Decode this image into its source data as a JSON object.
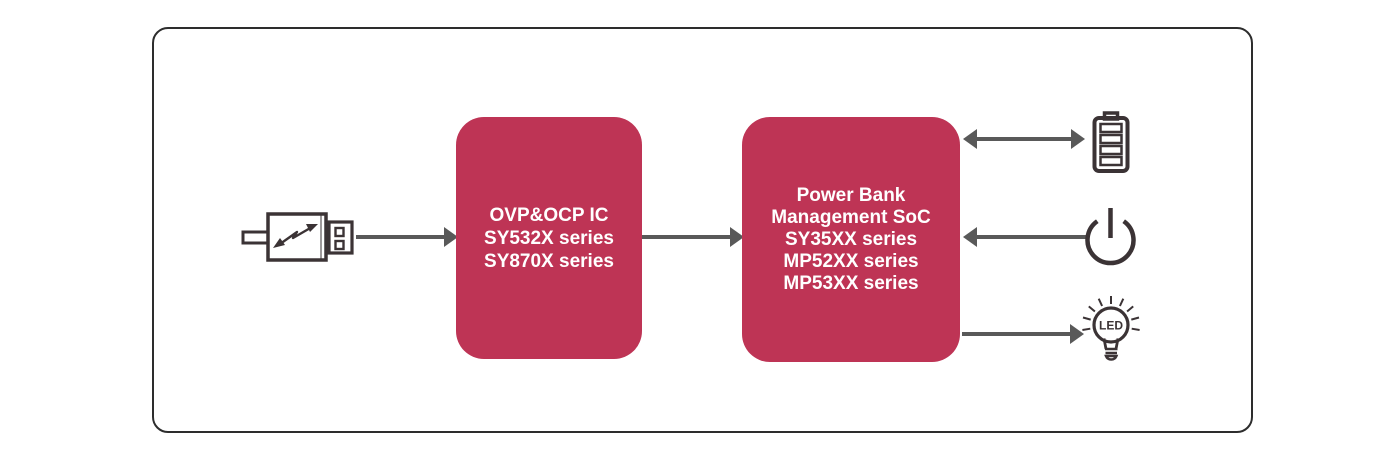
{
  "diagram": {
    "input": {
      "icon": "usb-charger-icon"
    },
    "blocks": [
      {
        "name": "ovp-ocp-ic-block",
        "lines": [
          "OVP&OCP IC",
          "SY532X series",
          "SY870X series"
        ]
      },
      {
        "name": "power-bank-management-soc-block",
        "lines": [
          "Power Bank",
          "Management SoC",
          "SY35XX series",
          "MP52XX series",
          "MP53XX series"
        ]
      }
    ],
    "outputs": [
      {
        "icon": "battery-icon"
      },
      {
        "icon": "power-button-icon"
      },
      {
        "icon": "led-bulb-icon",
        "label": "LED"
      }
    ],
    "connections": [
      {
        "from": "usb-charger",
        "to": "ovp-ocp-ic-block",
        "direction": "right"
      },
      {
        "from": "ovp-ocp-ic-block",
        "to": "power-bank-management-soc-block",
        "direction": "right"
      },
      {
        "from": "power-bank-management-soc-block",
        "to": "battery",
        "direction": "bidirectional"
      },
      {
        "from": "power-button",
        "to": "power-bank-management-soc-block",
        "direction": "left"
      },
      {
        "from": "power-bank-management-soc-block",
        "to": "led-bulb",
        "direction": "right"
      }
    ],
    "colors": {
      "block_bg": "#BE3455",
      "block_text": "#FFFFFF",
      "arrow": "#595959",
      "icon_stroke": "#3B3335",
      "frame_border": "#2D2D2D",
      "background": "#FFFFFF"
    }
  }
}
